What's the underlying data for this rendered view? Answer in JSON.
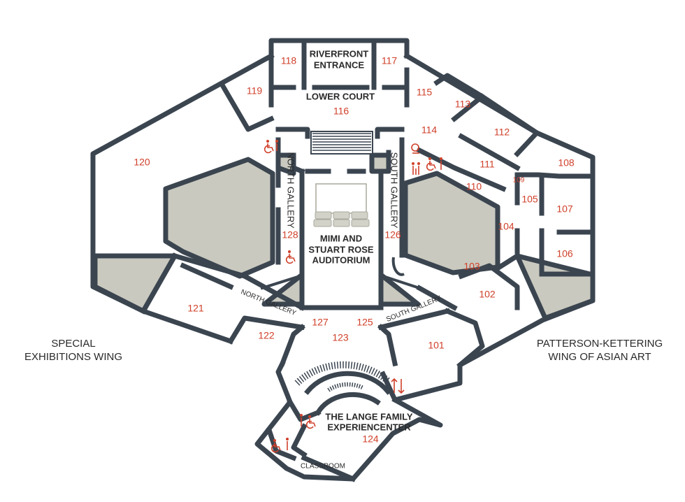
{
  "rooms": {
    "r101": "101",
    "r102": "102",
    "r103": "103",
    "r104": "104",
    "r105": "105",
    "r106": "106",
    "r107": "107",
    "r108": "108",
    "r109": "109",
    "r110": "110",
    "r111": "111",
    "r112": "112",
    "r113": "113",
    "r114": "114",
    "r115": "115",
    "r116": "116",
    "r117": "117",
    "r118": "118",
    "r119": "119",
    "r120": "120",
    "r121": "121",
    "r122": "122",
    "r123": "123",
    "r124": "124",
    "r125": "125",
    "r126": "126",
    "r127": "127",
    "r128": "128"
  },
  "labels": {
    "riverfront_line1": "RIVERFRONT",
    "riverfront_line2": "ENTRANCE",
    "lower_court": "LOWER COURT",
    "north_gallery": "NORTH GALLERY",
    "south_gallery": "SOUTH GALLERY",
    "auditorium_line1": "MIMI AND",
    "auditorium_line2": "STUART ROSE",
    "auditorium_line3": "AUDITORIUM",
    "experiencenter_line1": "THE LANGE FAMILY",
    "experiencenter_line2": "EXPERIENCENTER",
    "classroom": "CLASSROOM"
  },
  "wings": {
    "special_line1": "SPECIAL",
    "special_line2": "EXHIBITIONS WING",
    "asian_line1": "PATTERSON-KETTERING",
    "asian_line2": "WING OF ASIAN ART"
  },
  "icons": {
    "accessible": "wheelchair-icon",
    "restroom": "restroom-icon",
    "family_restroom": "family-restroom-icon",
    "elevator": "elevator-icon",
    "baby_changing": "baby-changing-icon"
  },
  "colors": {
    "walls": "#3b4550",
    "room_numbers": "#d0402a",
    "shaded_areas": "#c9c9bf"
  }
}
